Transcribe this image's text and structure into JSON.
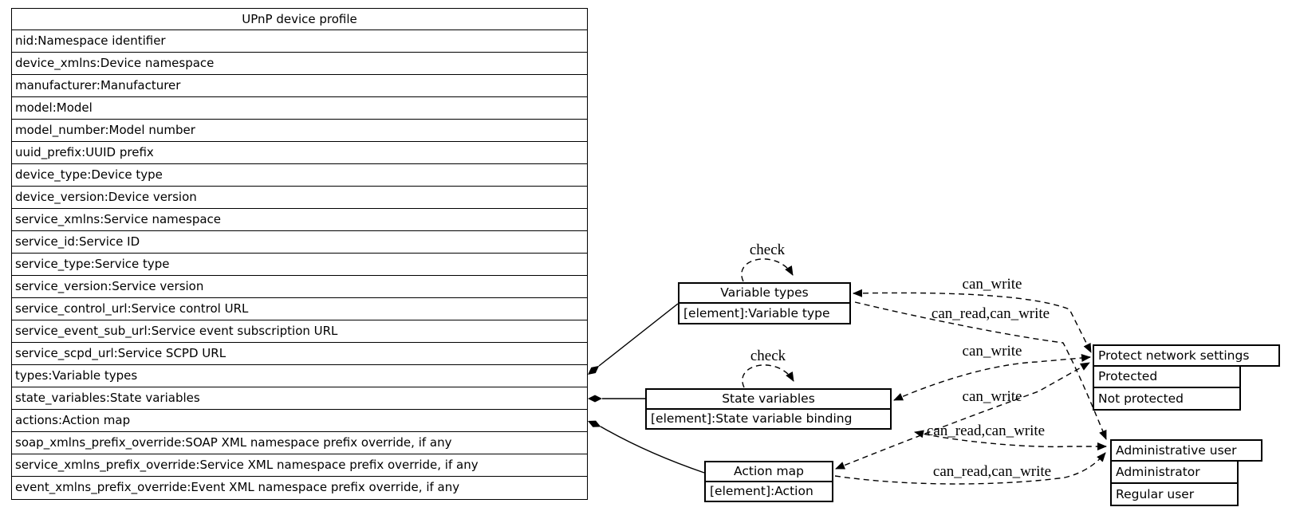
{
  "diagram": {
    "profile_table": {
      "title": "UPnP device profile",
      "rows": [
        "nid:Namespace identifier",
        "device_xmlns:Device namespace",
        "manufacturer:Manufacturer",
        "model:Model",
        "model_number:Model number",
        "uuid_prefix:UUID prefix",
        "device_type:Device type",
        "device_version:Device version",
        "service_xmlns:Service namespace",
        "service_id:Service ID",
        "service_type:Service type",
        "service_version:Service version",
        "service_control_url:Service control URL",
        "service_event_sub_url:Service event subscription URL",
        "service_scpd_url:Service SCPD URL",
        "types:Variable types",
        "state_variables:State variables",
        "actions:Action map",
        "soap_xmlns_prefix_override:SOAP XML namespace prefix override, if any",
        "service_xmlns_prefix_override:Service XML namespace prefix override, if any",
        "event_xmlns_prefix_override:Event XML namespace prefix override, if any"
      ]
    },
    "nodes": {
      "variable_types": {
        "title": "Variable types",
        "row": "[element]:Variable type"
      },
      "state_variables": {
        "title": "State variables",
        "row": "[element]:State variable binding"
      },
      "action_map": {
        "title": "Action map",
        "row": "[element]:Action"
      }
    },
    "enums": {
      "protect_network_settings": {
        "title": "Protect network settings",
        "rows": [
          "Protected",
          "Not protected"
        ]
      },
      "administrative_user": {
        "title": "Administrative user",
        "rows": [
          "Administrator",
          "Regular user"
        ]
      }
    },
    "self_loops": {
      "variable_types_check": "check",
      "state_variables_check": "check"
    },
    "edges": [
      {
        "id": "variable-types-protect",
        "label": "can_write"
      },
      {
        "id": "variable-types-admin",
        "label": "can_read,can_write"
      },
      {
        "id": "state-variables-protect",
        "label": "can_write"
      },
      {
        "id": "action-map-protect",
        "label": "can_write"
      },
      {
        "id": "state-variables-admin",
        "label": "can_read,can_write"
      },
      {
        "id": "action-map-admin",
        "label": "can_read,can_write"
      }
    ],
    "colors": {
      "background": "#ffffff",
      "line": "#000000",
      "text": "#000000"
    }
  }
}
